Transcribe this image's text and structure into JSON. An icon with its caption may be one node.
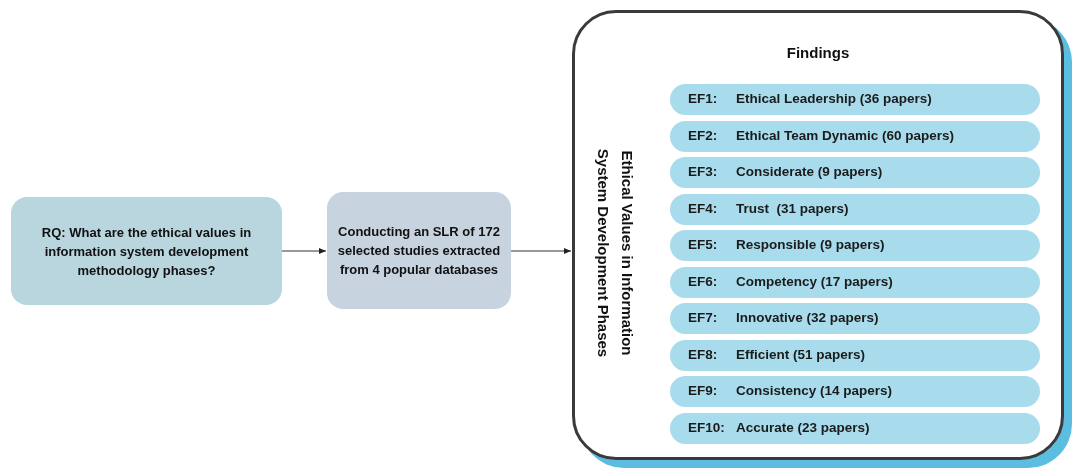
{
  "diagram": {
    "nodes": [
      {
        "text": [
          "RQ: What are the ethical values in information system development methodology phases?"
        ]
      },
      {
        "text": [
          "Conducting an SLR of 172 selected studies extracted from 4 popular databases"
        ]
      },
      {
        "text": [
          "Findings",
          "Ethical Values in Information System Development Phases"
        ]
      },
      {
        "text": [
          "EF1:",
          "Ethical Leadership (36 papers)"
        ],
        "in": 2
      },
      {
        "text": [
          "EF2:",
          "Ethical Team Dynamic (60 papers)"
        ],
        "in": 2
      },
      {
        "text": [
          "EF3:",
          "Considerate (9 papers)"
        ],
        "in": 2
      },
      {
        "text": [
          "EF4:",
          "Trust  (31 papers)"
        ],
        "in": 2
      },
      {
        "text": [
          "EF5:",
          "Responsible (9 papers)"
        ],
        "in": 2
      },
      {
        "text": [
          "EF6:",
          "Competency (17 papers)"
        ],
        "in": 2
      },
      {
        "text": [
          "EF7:",
          "Innovative (32 papers)"
        ],
        "in": 2
      },
      {
        "text": [
          "EF8:",
          "Efficient (51 papers)"
        ],
        "in": 2
      },
      {
        "text": [
          "EF9:",
          "Consistency (14 papers)"
        ],
        "in": 2
      },
      {
        "text": [
          "EF10:",
          "Accurate (23 papers)"
        ],
        "in": 2
      }
    ],
    "edges": [
      {
        "from": 0,
        "to": 1,
        "arrow": "to"
      },
      {
        "from": 1,
        "to": 2,
        "arrow": "to"
      }
    ]
  }
}
